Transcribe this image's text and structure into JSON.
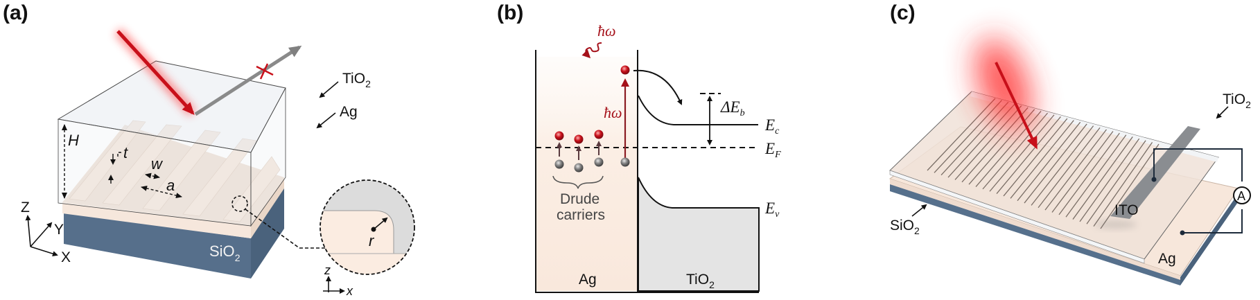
{
  "figure": {
    "panels": [
      {
        "id": "a",
        "label": "(a)",
        "layers": {
          "top": "TiO",
          "top_sub": "2",
          "middle": "Ag",
          "substrate": "SiO",
          "substrate_sub": "2"
        },
        "dimensions": {
          "height": "H",
          "thickness": "t",
          "width": "w",
          "period": "a",
          "radius": "r"
        },
        "axes3d": {
          "z": "Z",
          "y": "Y",
          "x": "X"
        },
        "axes2d": {
          "z": "z",
          "x": "x"
        },
        "reflection_blocked_marker": "×"
      },
      {
        "id": "b",
        "label": "(b)",
        "photon": "ħω",
        "excitation": "ħω",
        "levels": {
          "Ec": "E",
          "Ec_sub": "c",
          "EF": "E",
          "EF_sub": "F",
          "Ev": "E",
          "Ev_sub": "v"
        },
        "barrier": "ΔE",
        "barrier_sub": "b",
        "carriers_line1": "Drude",
        "carriers_line2": "carriers",
        "metal": "Ag",
        "semiconductor": "TiO",
        "semiconductor_sub": "2"
      },
      {
        "id": "c",
        "label": "(c)",
        "layers": {
          "top": "TiO",
          "top_sub": "2",
          "substrate": "SiO",
          "substrate_sub": "2",
          "metal": "Ag",
          "electrode": "ITO"
        },
        "ammeter": "A"
      }
    ],
    "colors": {
      "light": "#c8101a",
      "silver": "#f6e6da",
      "silver_dark": "#e3cfc0",
      "substrate": "#56708c",
      "tio2": "#e6e9ee",
      "tio2_band": "#e4e4e4",
      "ito": "#8a8d91",
      "carrier_hot": "#c8101a",
      "carrier_cold": "#777777"
    }
  }
}
